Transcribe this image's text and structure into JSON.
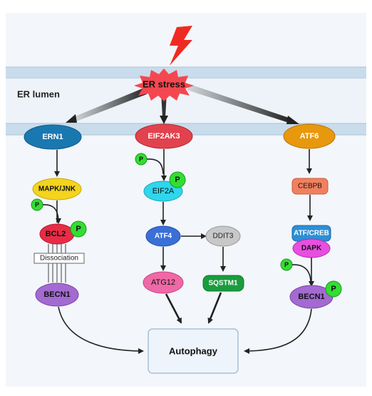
{
  "header": {
    "lumen_label": "ER lumen",
    "stress_label": "ER stress"
  },
  "pathways": {
    "ern1": {
      "sensor": "ERN1",
      "kinase": "MAPK/JNK",
      "phospho": "P",
      "target": "BCL2",
      "target_phospho": "P",
      "dissociation": "Dissociation",
      "effector": "BECN1"
    },
    "eif2ak3": {
      "sensor": "EIF2AK3",
      "phospho_in": "P",
      "target": "EIF2A",
      "target_phospho": "P",
      "tf": "ATF4",
      "branch": "DDIT3",
      "effector_a": "ATG12",
      "effector_b": "SQSTM1"
    },
    "atf6": {
      "sensor": "ATF6",
      "tf": "CEBPB",
      "complex": "ATF/CREB",
      "kinase": "DAPK",
      "phospho": "P",
      "effector": "BECN1",
      "effector_phospho": "P"
    }
  },
  "outcome": {
    "label": "Autophagy"
  },
  "colors": {
    "ern1": "#1a78b0",
    "eif2ak3": "#e2424d",
    "atf6": "#e8980c",
    "mapk": "#f4d41e",
    "bcl2": "#e92c46",
    "becn1": "#a36ad1",
    "eif2a": "#2fd6ec",
    "atf4": "#3a6fd8",
    "ddit3": "#c8c8c8",
    "atg12": "#f068a6",
    "sqstm1": "#1a9c3e",
    "cebpb": "#f2805e",
    "atfcreb": "#2c8fd6",
    "dapk": "#e84fe0",
    "phospho": "#33dd33",
    "membrane": "#c9dcec",
    "background": "#f3f6fa"
  }
}
